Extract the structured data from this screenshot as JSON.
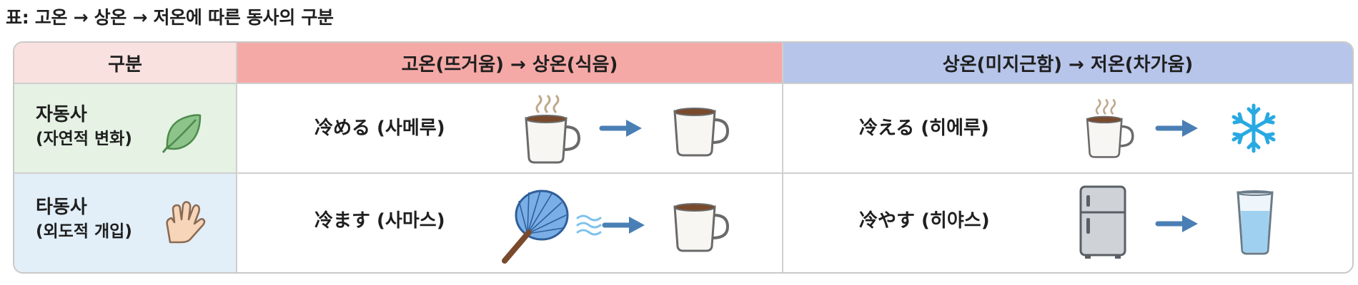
{
  "caption": "표: 고온 → 상온 → 저온에 따른 동사의 구분",
  "header": {
    "col0": "구분",
    "col1": "고온(뜨거움) → 상온(식음)",
    "col2": "상온(미지근함) → 저온(차가움)"
  },
  "rows": [
    {
      "label": "자동사",
      "sublabel": "(자연적 변화)",
      "label_icon": "leaf-icon",
      "col1": {
        "verb": "冷める (사메루)",
        "icons": [
          "steaming-coffee-cup-icon",
          "arrow-right-icon",
          "empty-mug-icon"
        ]
      },
      "col2": {
        "verb": "冷える (히에루)",
        "icons": [
          "steaming-coffee-cup-icon",
          "arrow-right-icon",
          "snowflake-icon"
        ]
      }
    },
    {
      "label": "타동사",
      "sublabel": "(외도적 개입)",
      "label_icon": "hand-icon",
      "col1": {
        "verb": "冷ます (사마스)",
        "icons": [
          "hand-fan-icon",
          "air-waves-icon",
          "arrow-right-icon",
          "empty-mug-icon"
        ]
      },
      "col2": {
        "verb": "冷やす (히야스)",
        "icons": [
          "refrigerator-icon",
          "arrow-right-icon",
          "water-glass-icon"
        ]
      }
    }
  ],
  "colors": {
    "header_left": "#f9e1e0",
    "header_hot": "#f5a9a6",
    "header_cold": "#b7c5ea",
    "row_intransitive": "#e5f2e4",
    "row_transitive": "#e2eef8",
    "arrow": "#4a7fb5",
    "snowflake": "#29a9e1"
  }
}
